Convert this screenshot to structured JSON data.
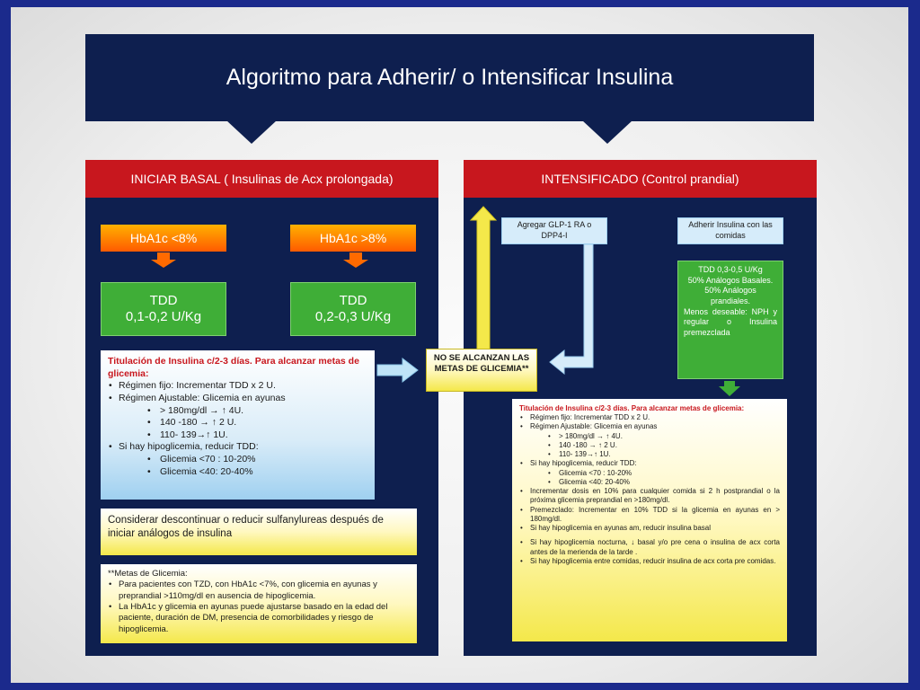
{
  "title": "Algoritmo para Adherir/ o Intensificar Insulina",
  "left": {
    "header": "INICIAR BASAL ( Insulinas de Acx prolongada)",
    "hba1c_low": "HbA1c <8%",
    "hba1c_high": "HbA1c >8%",
    "tdd_low": {
      "line1": "TDD",
      "line2": "0,1-0,2 U/Kg"
    },
    "tdd_high": {
      "line1": "TDD",
      "line2": "0,2-0,3 U/Kg"
    },
    "titulation": {
      "heading": "Titulación de Insulina c/2-3 días. Para alcanzar metas de glicemia:",
      "items": [
        "Régimen fijo: Incrementar TDD x 2 U.",
        "Régimen Ajustable: Glicemia en ayunas"
      ],
      "sub1": [
        "> 180mg/dl → ↑ 4U.",
        "140 -180 → ↑ 2 U.",
        "110- 139→↑ 1U."
      ],
      "hypo": "Si hay hipoglicemia, reducir TDD:",
      "sub2": [
        "Glicemia <70 : 10-20%",
        "Glicemia <40: 20-40%"
      ]
    },
    "sulfa_note": "Considerar descontinuar o reducir sulfanylureas después de iniciar análogos de insulina",
    "metas": {
      "heading": "**Metas de Glicemia:",
      "items": [
        "Para pacientes con TZD, con HbA1c <7%, con glicemia en ayunas y preprandial >110mg/dl en ausencia de hipoglicemia.",
        "La HbA1c y glicemia en ayunas puede ajustarse basado en la edad del paciente, duración de DM, presencia de comorbilidades y riesgo de hipoglicemia."
      ]
    }
  },
  "center": {
    "label": "NO SE ALCANZAN LAS METAS DE GLICEMIA**"
  },
  "right": {
    "header": "INTENSIFICADO (Control prandial)",
    "glp1": "Agregar GLP-1 RA o DPP4-I",
    "adherir": "Adherir Insulina con las comidas",
    "tdd_box": {
      "line1": "TDD 0,3-0,5 U/Kg",
      "line2": "50% Análogos Basales.",
      "line3": "50% Análogos prandiales.",
      "line4": "Menos deseable: NPH y regular o Insulina premezclada"
    },
    "titulation": {
      "heading": "Titulación de Insulina c/2-3 días. Para alcanzar metas de glicemia:",
      "items1": [
        "Régimen fijo: Incrementar TDD x 2 U.",
        "Régimen Ajustable: Glicemia en ayunas"
      ],
      "sub1": [
        "> 180mg/dl → ↑ 4U.",
        "140 -180 → ↑ 2 U.",
        "110- 139→↑ 1U."
      ],
      "hypo": "Si hay hipoglicemia, reducir TDD:",
      "sub2": [
        "Glicemia <70 : 10-20%",
        "Glicemia <40: 20-40%"
      ],
      "items2": [
        "Incrementar dosis en 10% para cualquier comida si 2 h postprandial o la próxima glicemia preprandial en >180mg/dl.",
        "Premezclado: Incrementar en 10% TDD si la glicemia en ayunas en > 180mg/dl.",
        "Si hay hipoglicemia en ayunas am, reducir insulina basal",
        "Si hay hipoglicemia nocturna, ↓ basal y/o pre cena o insulina de acx corta antes de la merienda de la tarde .",
        "Si hay hipoglicemia entre comidas, reducir insulina de acx corta pre comidas."
      ]
    }
  },
  "colors": {
    "navy": "#0e1f4f",
    "red": "#c8171e",
    "green": "#3fae37",
    "orange": "#ff8a00",
    "yellow": "#f4e84a",
    "light_blue": "#9fd0f0"
  }
}
